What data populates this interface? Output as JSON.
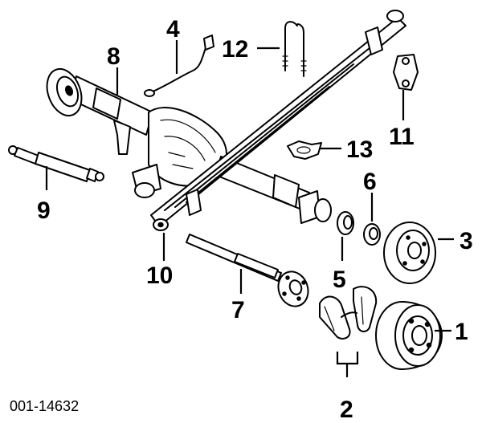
{
  "figure_id": "001-14632",
  "callouts": {
    "c1": "1",
    "c2": "2",
    "c3": "3",
    "c4": "4",
    "c5": "5",
    "c6": "6",
    "c7": "7",
    "c8": "8",
    "c9": "9",
    "c10": "10",
    "c11": "11",
    "c12": "12",
    "c13": "13"
  }
}
